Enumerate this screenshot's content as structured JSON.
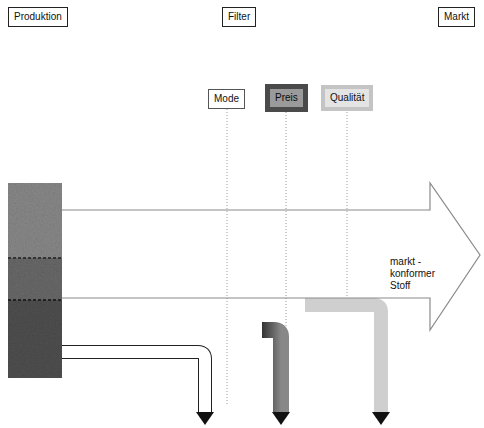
{
  "diagram": {
    "nodes": [
      {
        "text": [
          "Produktion"
        ]
      },
      {
        "text": [
          "Filter"
        ]
      },
      {
        "text": [
          "Markt"
        ]
      },
      {
        "text": [
          "Mode"
        ]
      },
      {
        "text": [
          "Preis"
        ]
      },
      {
        "text": [
          "Qualität"
        ]
      },
      {
        "text": [
          "markt - konformer Stoff"
        ]
      }
    ]
  }
}
